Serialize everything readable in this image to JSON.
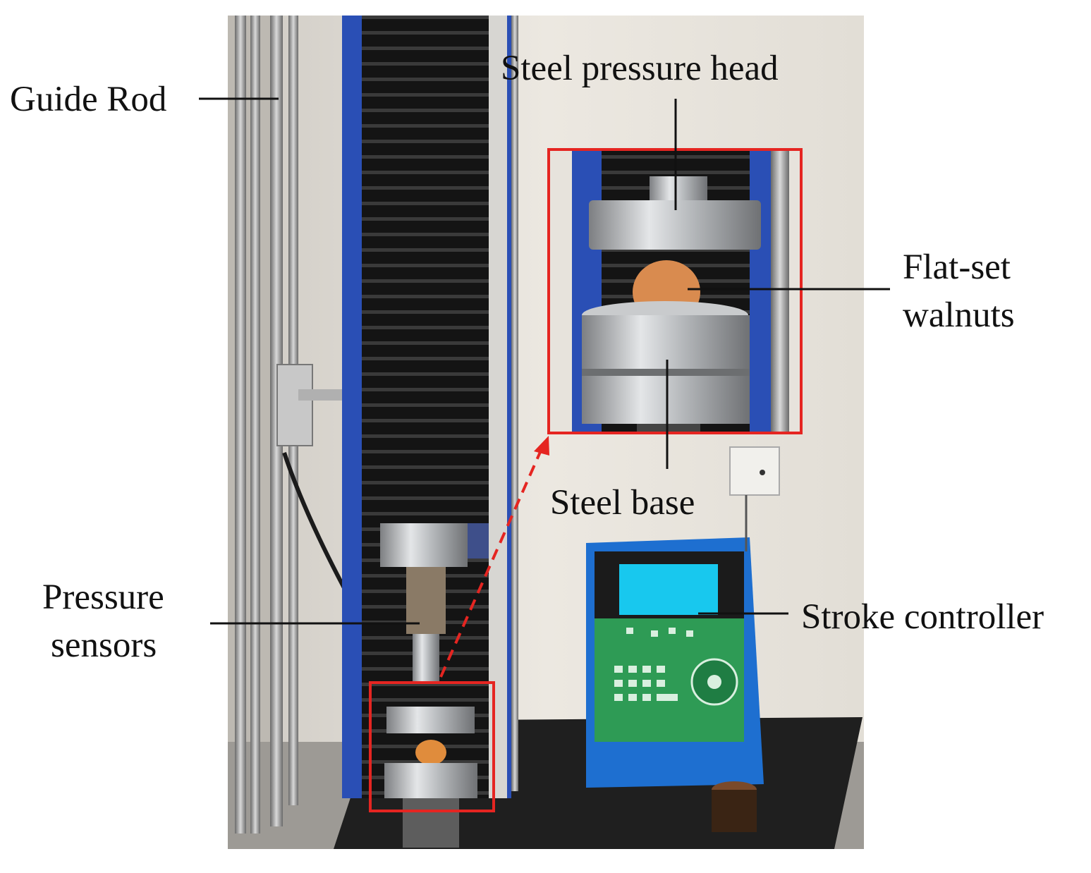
{
  "labels": {
    "guide_rod": "Guide Rod",
    "steel_pressure_head": "Steel pressure  head",
    "flat_set_walnuts_line1": "Flat-set",
    "flat_set_walnuts_line2": "walnuts",
    "steel_base": "Steel base",
    "pressure_sensors_line1": "Pressure",
    "pressure_sensors_line2": "sensors",
    "stroke_controller": "Stroke controller"
  },
  "colors": {
    "highlight_box": "#e52521",
    "leader_line": "#111111",
    "machine_frame": "#2a4fb5",
    "controller_body": "#1e6fd0",
    "controller_keypad": "#2e9b55",
    "controller_screen": "#18c8ee"
  }
}
